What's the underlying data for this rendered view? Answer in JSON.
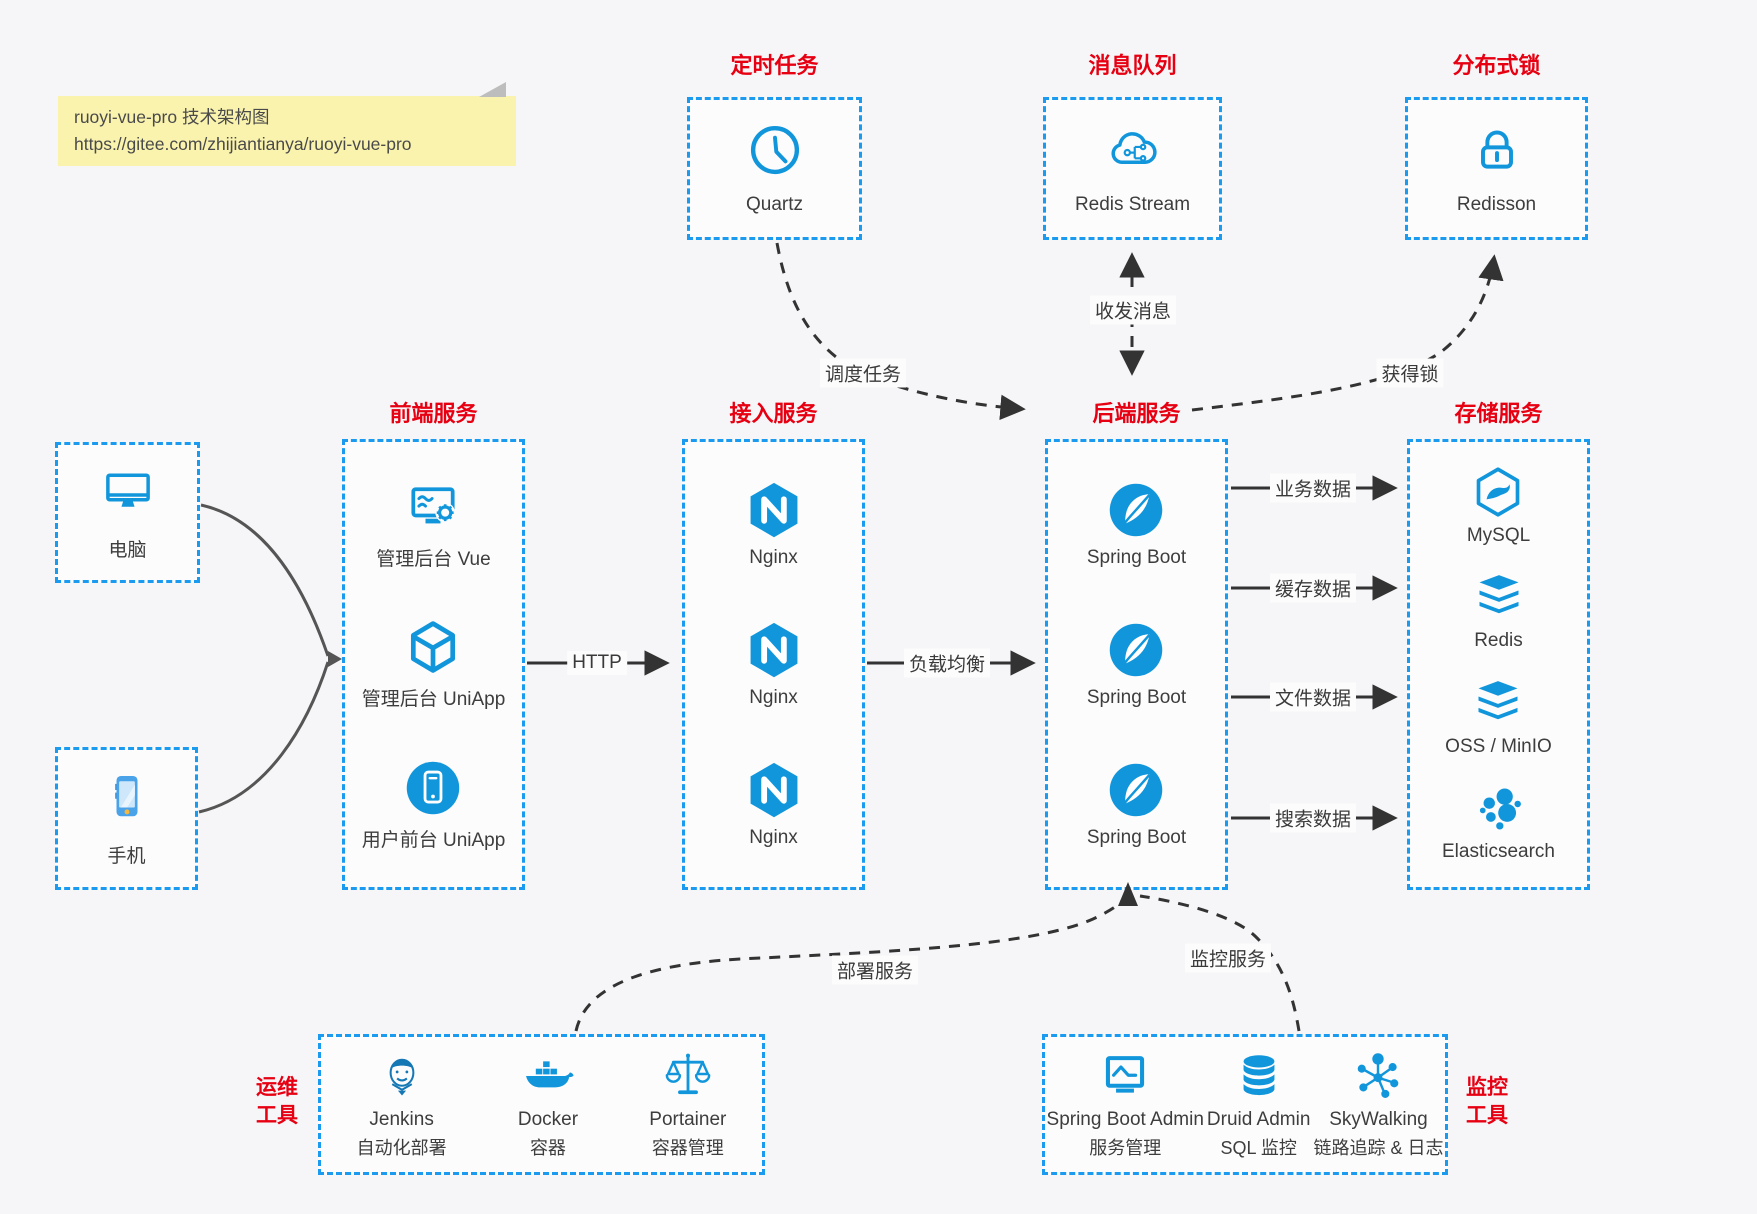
{
  "note": {
    "title": "ruoyi-vue-pro 技术架构图",
    "url": "https://gitee.com/zhijiantianya/ruoyi-vue-pro"
  },
  "colors": {
    "accent_blue": "#1296db",
    "dashed_border": "#1b9bf0",
    "label_red": "#e60012",
    "arrow_dark": "#333333",
    "note_bg": "#faf3ae"
  },
  "top_groups": [
    {
      "label": "定时任务",
      "name": "Quartz",
      "icon": "clock-icon"
    },
    {
      "label": "消息队列",
      "name": "Redis Stream",
      "icon": "cloud-message-icon"
    },
    {
      "label": "分布式锁",
      "name": "Redisson",
      "icon": "lock-icon"
    }
  ],
  "clients": [
    {
      "label": "电脑",
      "icon": "desktop-icon"
    },
    {
      "label": "手机",
      "icon": "smartphone-icon"
    }
  ],
  "columns": [
    {
      "label": "前端服务",
      "items": [
        {
          "label": "管理后台 Vue",
          "icon": "admin-vue-icon"
        },
        {
          "label": "管理后台 UniApp",
          "icon": "uniapp-cube-icon"
        },
        {
          "label": "用户前台 UniApp",
          "icon": "user-app-icon"
        }
      ]
    },
    {
      "label": "接入服务",
      "items": [
        {
          "label": "Nginx",
          "icon": "nginx-icon"
        },
        {
          "label": "Nginx",
          "icon": "nginx-icon"
        },
        {
          "label": "Nginx",
          "icon": "nginx-icon"
        }
      ]
    },
    {
      "label": "后端服务",
      "items": [
        {
          "label": "Spring Boot",
          "icon": "spring-boot-icon"
        },
        {
          "label": "Spring Boot",
          "icon": "spring-boot-icon"
        },
        {
          "label": "Spring Boot",
          "icon": "spring-boot-icon"
        }
      ]
    },
    {
      "label": "存储服务",
      "items": [
        {
          "label": "MySQL",
          "icon": "mysql-icon"
        },
        {
          "label": "Redis",
          "icon": "redis-icon"
        },
        {
          "label": "OSS / MinIO",
          "icon": "oss-minio-icon"
        },
        {
          "label": "Elasticsearch",
          "icon": "elasticsearch-icon"
        }
      ]
    }
  ],
  "bottom_groups": [
    {
      "label_lines": [
        "运维",
        "工具"
      ],
      "items": [
        {
          "title": "Jenkins",
          "subtitle": "自动化部署",
          "icon": "jenkins-icon"
        },
        {
          "title": "Docker",
          "subtitle": "容器",
          "icon": "docker-icon"
        },
        {
          "title": "Portainer",
          "subtitle": "容器管理",
          "icon": "portainer-icon"
        }
      ]
    },
    {
      "label_lines": [
        "监控",
        "工具"
      ],
      "items": [
        {
          "title": "Spring Boot Admin",
          "subtitle": "服务管理",
          "icon": "spring-boot-admin-icon"
        },
        {
          "title": "Druid Admin",
          "subtitle": "SQL 监控",
          "icon": "druid-icon"
        },
        {
          "title": "SkyWalking",
          "subtitle": "链路追踪 & 日志",
          "icon": "skywalking-icon"
        }
      ]
    }
  ],
  "edges": {
    "http": "HTTP",
    "load_balance": "负载均衡",
    "schedule": "调度任务",
    "messages": "收发消息",
    "acquire_lock": "获得锁",
    "business_data": "业务数据",
    "cache_data": "缓存数据",
    "file_data": "文件数据",
    "search_data": "搜索数据",
    "deploy": "部署服务",
    "monitor": "监控服务"
  }
}
